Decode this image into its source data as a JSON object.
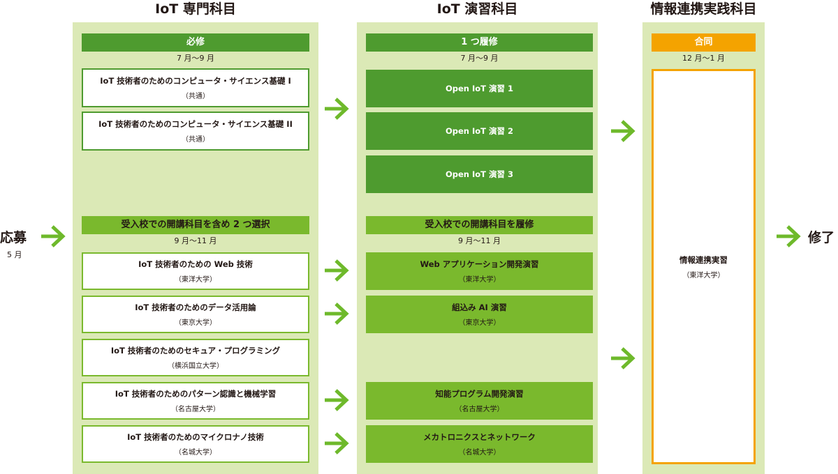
{
  "columns": {
    "col1_title": "IoT 専門科目",
    "col2_title": "IoT 演習科目",
    "col3_title": "情報連携実践科目"
  },
  "start": {
    "label": "応募",
    "month": "5 月"
  },
  "end": {
    "label": "修了"
  },
  "required": {
    "header": "必修",
    "period": "7 月〜9 月",
    "courses": [
      {
        "title": "IoT 技術者のためのコンピュータ・サイエンス基礎 I",
        "note": "（共通）"
      },
      {
        "title": "IoT 技術者のためのコンピュータ・サイエンス基礎 II",
        "note": "（共通）"
      }
    ]
  },
  "select_one": {
    "header": "1 つ履修",
    "period": "7 月〜9 月",
    "courses": [
      {
        "title": "Open IoT 演習 1"
      },
      {
        "title": "Open IoT 演習 2"
      },
      {
        "title": "Open IoT 演習 3"
      }
    ]
  },
  "joint": {
    "header": "合同",
    "period": "12 月〜1 月",
    "course": {
      "title": "情報連携実習",
      "note": "（東洋大学）"
    }
  },
  "elective": {
    "header": "受入校での開講科目を含め 2 つ選択",
    "period": "9 月〜11 月",
    "courses": [
      {
        "title": "IoT 技術者のための Web 技術",
        "note": "（東洋大学）"
      },
      {
        "title": "IoT 技術者のためのデータ活用論",
        "note": "（東京大学）"
      },
      {
        "title": "IoT 技術者のためのセキュア・プログラミング",
        "note": "（横浜国立大学）"
      },
      {
        "title": "IoT 技術者のためのパターン認識と機械学習",
        "note": "（名古屋大学）"
      },
      {
        "title": "IoT 技術者のためのマイクロナノ技術",
        "note": "（名城大学）"
      }
    ]
  },
  "host_practice": {
    "header": "受入校での開講科目を履修",
    "period": "9 月〜11 月",
    "courses": [
      {
        "title": "Web アプリケーション開発演習",
        "note": "（東洋大学）"
      },
      {
        "title": "組込み AI 演習",
        "note": "（東京大学）"
      },
      {
        "title": "知能プログラム開発演習",
        "note": "（名古屋大学）"
      },
      {
        "title": "メカトロニクスとネットワーク",
        "note": "（名城大学）"
      }
    ]
  },
  "colors": {
    "panel_bg": "#dbe9b6",
    "dark_green": "#4e9b2f",
    "light_green": "#7ab92d",
    "orange": "#f4a300",
    "arrow_green": "#6eb92b"
  }
}
